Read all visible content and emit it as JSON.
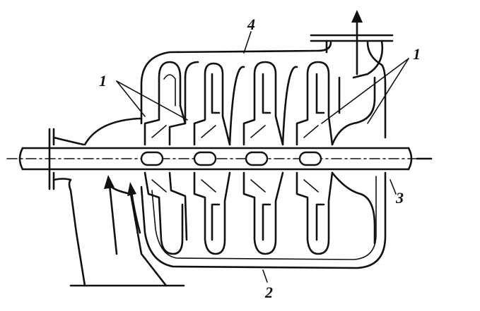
{
  "labels": {
    "impellers_left": "1",
    "impellers_right": "1",
    "casing": "2",
    "shaft": "3",
    "diffuser": "4"
  }
}
